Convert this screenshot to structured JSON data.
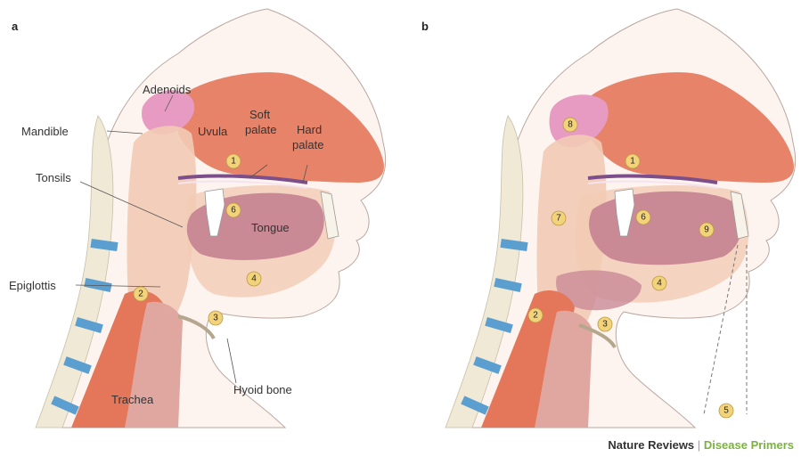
{
  "panels": [
    {
      "letter": "a"
    },
    {
      "letter": "b"
    }
  ],
  "labels": {
    "adenoids": "Adenoids",
    "mandible": "Mandible",
    "uvula": "Uvula",
    "soft_palate_1": "Soft",
    "soft_palate_2": "palate",
    "hard_palate_1": "Hard",
    "hard_palate_2": "palate",
    "tonsils": "Tonsils",
    "tongue": "Tongue",
    "epiglottis": "Epiglottis",
    "hyoid_bone": "Hyoid bone",
    "trachea": "Trachea"
  },
  "markers_a": [
    "1",
    "6",
    "4",
    "2",
    "3"
  ],
  "markers_b": [
    "8",
    "1",
    "7",
    "6",
    "9",
    "4",
    "2",
    "3",
    "5"
  ],
  "footer": {
    "journal": "Nature Reviews",
    "separator": "|",
    "series": "Disease Primers"
  },
  "colors": {
    "bone": "#efe9d6",
    "vertebra_disc": "#5a9fd0",
    "tissue": "#f2cbb5",
    "muscle": "#e4775a",
    "tongue": "#c98a96",
    "adenoid": "#e79bc2",
    "marker": "#f3d37a",
    "brand_green": "#7bb241"
  }
}
